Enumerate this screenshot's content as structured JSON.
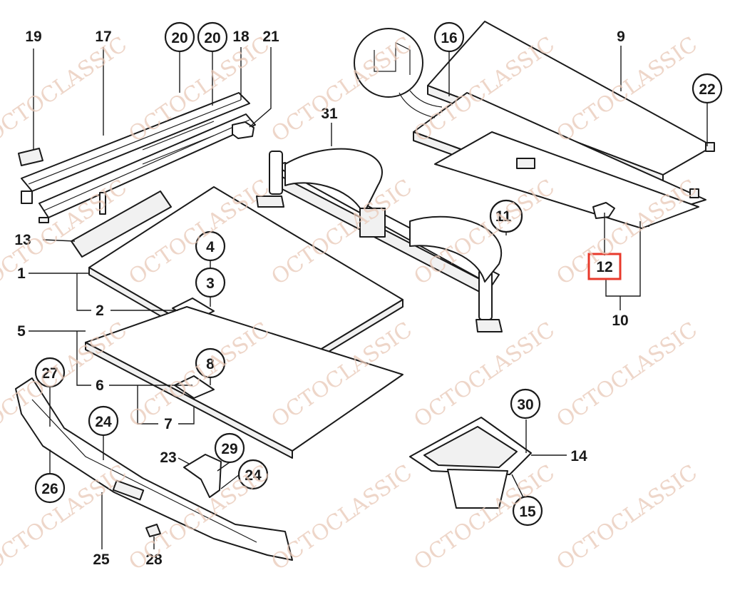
{
  "watermark": "OCTOCLASSIC",
  "highlight_color": "#e8392b",
  "callouts": {
    "c1": "1",
    "c2": "2",
    "c3": "3",
    "c4": "4",
    "c5": "5",
    "c6": "6",
    "c7": "7",
    "c8": "8",
    "c9": "9",
    "c10": "10",
    "c11": "11",
    "c12": "12",
    "c13": "13",
    "c14": "14",
    "c15": "15",
    "c16": "16",
    "c17": "17",
    "c18": "18",
    "c19": "19",
    "c20a": "20",
    "c20b": "20",
    "c21": "21",
    "c22": "22",
    "c23": "23",
    "c24a": "24",
    "c24b": "24",
    "c25": "25",
    "c26": "26",
    "c27": "27",
    "c28": "28",
    "c29": "29",
    "c30": "30",
    "c31": "31"
  }
}
